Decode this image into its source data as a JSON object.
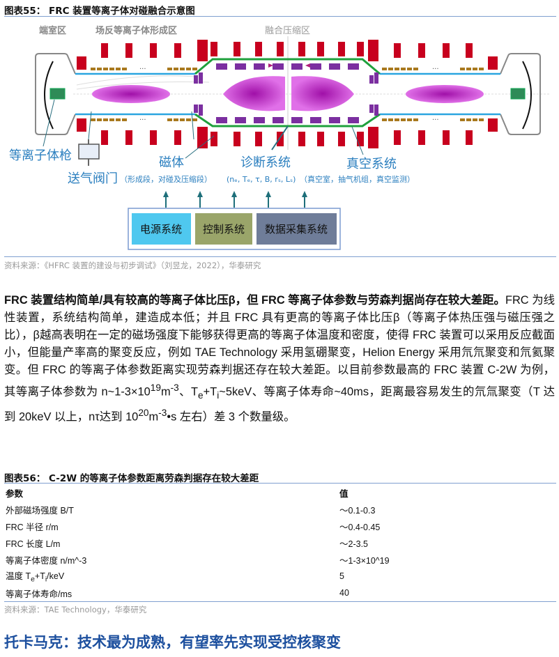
{
  "figure55": {
    "title": "图表55：  FRC 装置等离子体对碰融合示意图",
    "zones": {
      "end": "端室区",
      "formation": "场反等离子体形成区",
      "fusion": "融合压缩区"
    },
    "labels": {
      "gun": "等离子体枪",
      "magnet": "磁体",
      "diagnostics": "诊断系统",
      "vacuum": "真空系统",
      "gas_valve": "送气阀门"
    },
    "notes": {
      "magnet": "（形成段，对碰及压缩段）",
      "diagnostics": "（n",
      "diag_full": "(nₑ, Tₑ, τ, B, rₛ, Lₛ)",
      "vacuum": "（真空室，抽气机组，真空监测）"
    },
    "systems": [
      "电源系统",
      "控制系统",
      "数据采集系统"
    ],
    "colors": {
      "coil": "#c8001e",
      "blue_wall": "#2aa5e0",
      "green_wall": "#1fa03c",
      "purple": "#7b2fa0",
      "plasma": "#c040c8",
      "label": "#2b7fbf",
      "power": "#4fc8ef",
      "control": "#9aa56a",
      "daq": "#6f7d99"
    },
    "dots": "···",
    "source": "资料来源：《HFRC 装置的建设与初步调试》（刘昱龙，2022），华泰研究"
  },
  "paragraph": {
    "bold1": "FRC 装置结构简单/具有较高的等离子体比压β，但 FRC 等离子体参数与劳森判据尚存在较大差距。",
    "t1": "FRC 为线性装置，系统结构简单，建造成本低；并且 FRC 具有更高的等离子体比压β（等离子体热压强与磁压强之比），β越高表明在一定的磁场强度下能够获得更高的等离子体温度和密度，使得 FRC 装置可以采用反应截面小，但能量产率高的聚变反应，例如 TAE Technology 采用氢硼聚变，Helion Energy 采用氘氘聚变和氘氦聚变。但 FRC 的等离子体参数距离实现劳森判据还存在较大差距。以目前参数最高的 FRC 装置 C-2W 为例，其等离子体参数为 n~1-3×10",
    "sup1": "19",
    "t2": "m",
    "sup2": "-3",
    "t3": "、T",
    "sub1": "e",
    "t4": "+T",
    "sub2": "i",
    "t5": "~5keV、等离子体寿命~40ms，距离最容易发生的氘氚聚变（T 达到 20keV 以上，nτ达到 10",
    "sup3": "20",
    "t6": "m",
    "sup4": "-3",
    "t7": "•s 左右）差 3 个数量级。"
  },
  "figure56": {
    "title": "图表56：  C-2W 的等离子体参数距离劳森判据存在较大差距",
    "headers": [
      "参数",
      "值"
    ],
    "rows": [
      {
        "param": "外部磁场强度 B/T",
        "value": "～0.1-0.3"
      },
      {
        "param": "FRC 半径 r/m",
        "value": "～0.4-0.45"
      },
      {
        "param": "FRC 长度 L/m",
        "value": "～2-3.5"
      },
      {
        "param": "等离子体密度 n/m^-3",
        "value": "～1-3×10^19"
      },
      {
        "param_a": "温度 T",
        "param_sub1": "e",
        "param_b": "+T",
        "param_sub2": "i",
        "param_c": "/keV",
        "value": "5"
      },
      {
        "param": "等离子体寿命/ms",
        "value": "40"
      }
    ],
    "source": "资料来源：TAE Technology，华泰研究"
  },
  "section_heading": "托卡马克：技术最为成熟，有望率先实现受控核聚变"
}
